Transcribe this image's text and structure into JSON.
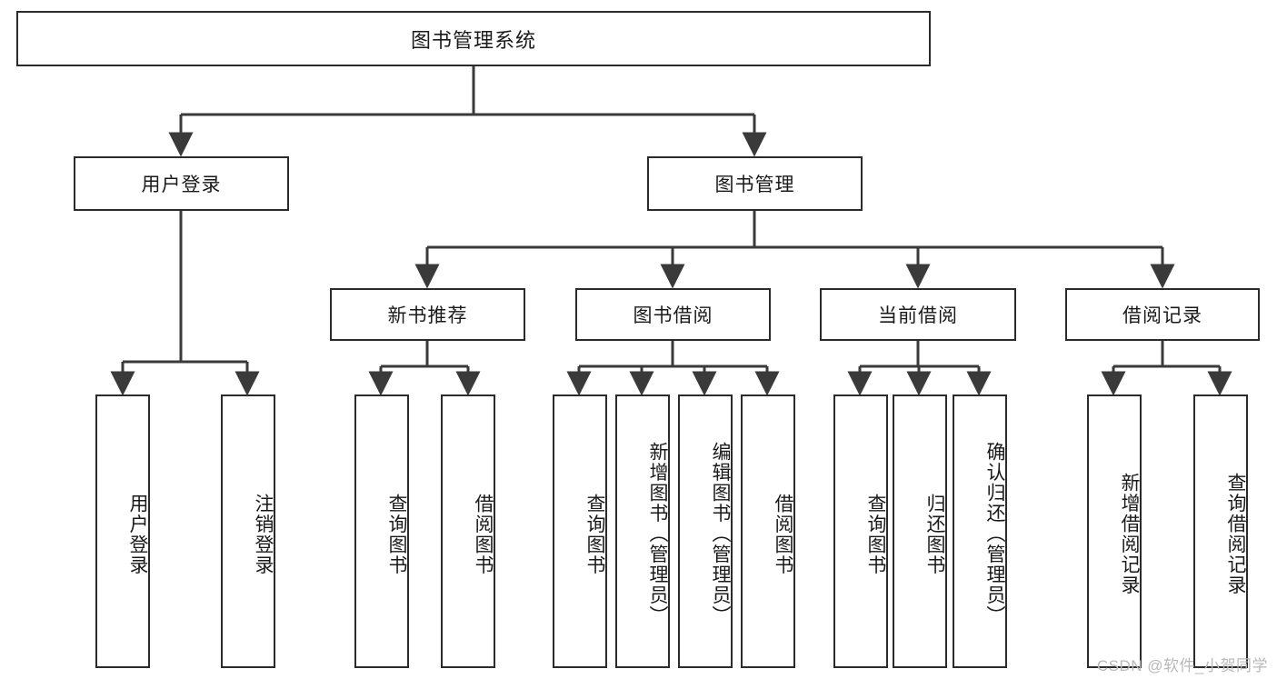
{
  "diagram": {
    "type": "hierarchy-tree",
    "title": "图书管理系统",
    "orientation": "top-down",
    "colors": {
      "box_border": "#2b2b2b",
      "box_fill": "#ffffff",
      "connector": "#3a3a3a",
      "text": "#1a1a1a",
      "watermark": "#b9b9b9"
    },
    "nodes": {
      "root": {
        "label": "图书管理系统"
      },
      "level2": [
        {
          "id": "user-login",
          "label": "用户登录"
        },
        {
          "id": "book-management",
          "label": "图书管理"
        }
      ],
      "level3": [
        {
          "id": "new-book-recommend",
          "label": "新书推荐"
        },
        {
          "id": "book-borrow",
          "label": "图书借阅"
        },
        {
          "id": "current-borrow",
          "label": "当前借阅"
        },
        {
          "id": "borrow-record",
          "label": "借阅记录"
        }
      ],
      "leaves": {
        "user-login": [
          {
            "id": "leaf-user-login",
            "label": "用户登录"
          },
          {
            "id": "leaf-logout-login",
            "label": "注销登录"
          }
        ],
        "new-book-recommend": [
          {
            "id": "leaf-query-book-1",
            "label": "查询图书"
          },
          {
            "id": "leaf-borrow-book-1",
            "label": "借阅图书"
          }
        ],
        "book-borrow": [
          {
            "id": "leaf-query-book-2",
            "label": "查询图书"
          },
          {
            "id": "leaf-add-book",
            "label": "新增图书（管理员）"
          },
          {
            "id": "leaf-edit-book",
            "label": "编辑图书（管理员）"
          },
          {
            "id": "leaf-borrow-book-2",
            "label": "借阅图书"
          }
        ],
        "current-borrow": [
          {
            "id": "leaf-query-book-3",
            "label": "查询图书"
          },
          {
            "id": "leaf-return-book",
            "label": "归还图书"
          },
          {
            "id": "leaf-confirm-return",
            "label": "确认归还（管理员）"
          }
        ],
        "borrow-record": [
          {
            "id": "leaf-add-record",
            "label": "新增借阅记录"
          },
          {
            "id": "leaf-query-record",
            "label": "查询借阅记录"
          }
        ]
      }
    },
    "watermark": "CSDN @软件_小贺同学"
  }
}
